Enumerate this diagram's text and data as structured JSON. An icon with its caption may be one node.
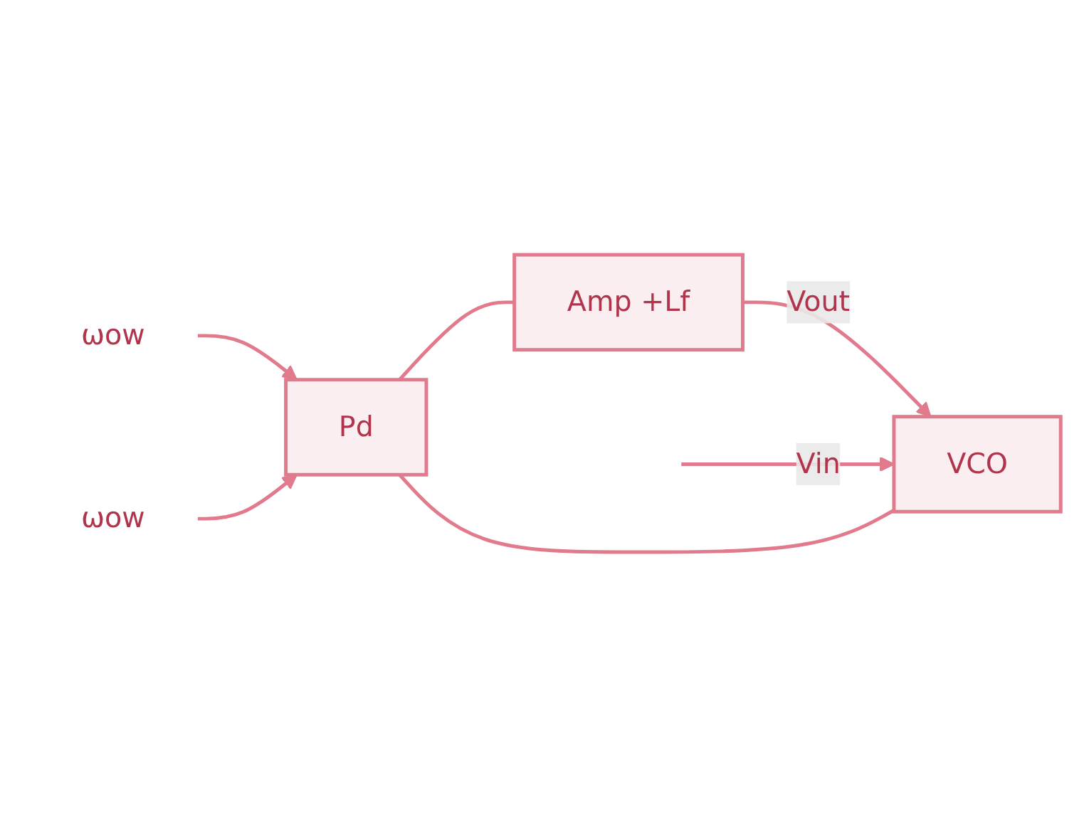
{
  "diagram": {
    "nodes": [
      {
        "text": [
          "ωow"
        ]
      },
      {
        "text": [
          "Pd"
        ]
      },
      {
        "text": [
          "Amp +Lf"
        ]
      },
      {
        "text": [
          "VCO"
        ]
      },
      {
        "text": [
          "ωow"
        ]
      }
    ],
    "edges": [
      {
        "from": 0,
        "to": 1,
        "arrow": "to"
      },
      {
        "from": 1,
        "to": 2,
        "arrow": "none"
      },
      {
        "from": 2,
        "to": 3,
        "arrow": "to",
        "label": "Vout"
      },
      {
        "from": null,
        "to": 3,
        "arrow": "to",
        "label": "Vin"
      },
      {
        "from": 3,
        "to": 1,
        "arrow": "none"
      },
      {
        "from": 4,
        "to": 1,
        "arrow": "to"
      }
    ]
  }
}
